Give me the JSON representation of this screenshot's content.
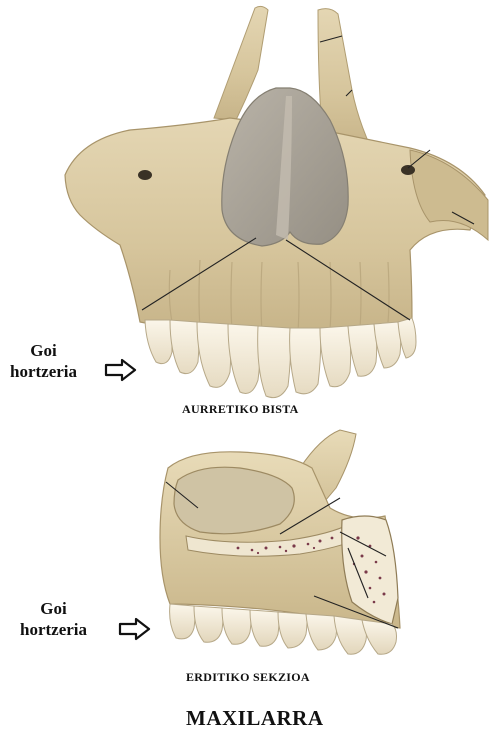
{
  "figure": {
    "title": "MAXILARRA",
    "front_view": {
      "caption": "AURRETIKO BISTA",
      "teeth_label": {
        "line1": "Goi",
        "line2": "hortzeria"
      }
    },
    "section_view": {
      "caption": "ERDITIKO SEKZIOA",
      "teeth_label": {
        "line1": "Goi",
        "line2": "hortzeria"
      }
    }
  },
  "icons": {
    "pointer": "outline-right-arrow-icon"
  },
  "colors": {
    "bone": "#d9c9a2",
    "bone_shadow": "#b9a77c",
    "cavity": "#a8a296",
    "tooth": "#f3ecdc",
    "marrow": "#7a3a4a",
    "leader_line": "#222222"
  }
}
